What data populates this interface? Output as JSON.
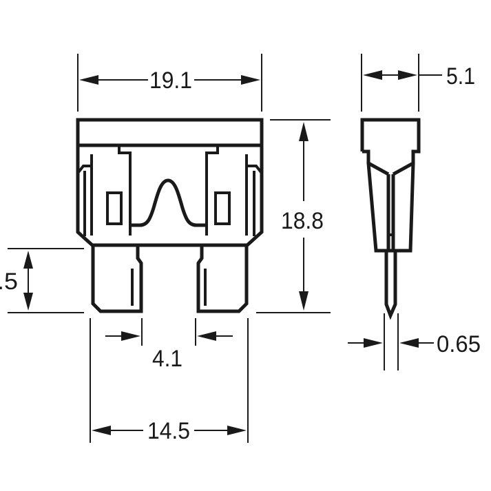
{
  "diagram": {
    "subject": "Blade fuse (standard ATO) dimensional drawing",
    "units": "mm",
    "colors": {
      "line": "#1a1a1a",
      "background": "#ffffff"
    },
    "front_view": {
      "dimensions": {
        "overall_width": "19.1",
        "overall_height": "18.8",
        "terminal_length": ".5",
        "terminal_gap": "4.1",
        "terminal_span": "14.5"
      }
    },
    "side_view": {
      "dimensions": {
        "body_thickness": "5.1",
        "blade_thickness": "0.65"
      }
    }
  }
}
